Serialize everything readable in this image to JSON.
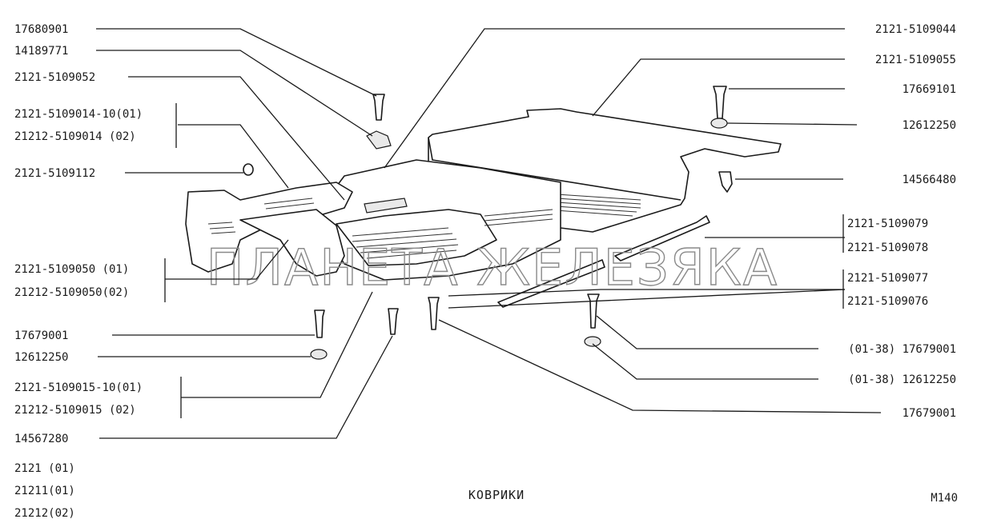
{
  "title": "КОВРИКИ",
  "code": "М140",
  "watermark": "ПЛАНЕТА ЖЕЛЕЗЯКА",
  "models": [
    "2121 (01)",
    "21211(01)",
    "21212(02)"
  ],
  "labels_left": [
    "17680901",
    "14189771",
    "2121-5109052",
    "2121-5109014-10(01)",
    "21212-5109014 (02)",
    "2121-5109112",
    "2121-5109050 (01)",
    "21212-5109050(02)",
    "17679001",
    "12612250",
    "2121-5109015-10(01)",
    "21212-5109015 (02)",
    "14567280"
  ],
  "labels_right": [
    "2121-5109044",
    "2121-5109055",
    "17669101",
    "12612250",
    "14566480",
    "2121-5109079",
    "2121-5109078",
    "2121-5109077",
    "2121-5109076",
    "(01-38) 17679001",
    "(01-38) 12612250",
    "17679001"
  ]
}
